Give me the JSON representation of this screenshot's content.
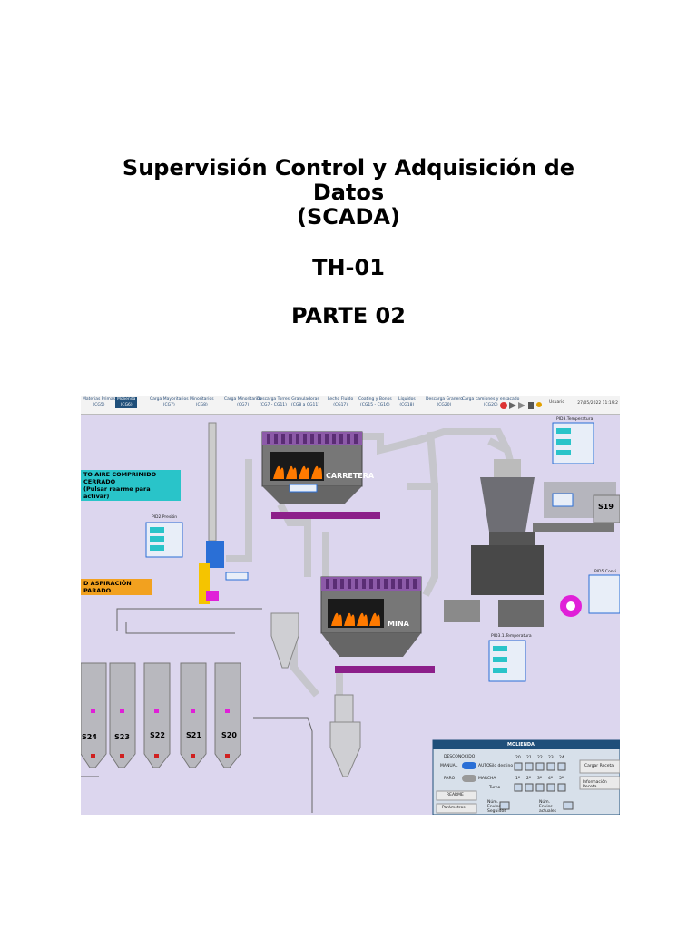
{
  "document": {
    "title_lines": [
      "Supervisión Control y Adquisición de",
      "Datos",
      "(SCADA)"
    ],
    "code": "TH-01",
    "part": "PARTE 02"
  },
  "scada": {
    "nav_tabs": [
      {
        "label": "Materias Primas",
        "sub": "(CG5)"
      },
      {
        "label": "Molienda",
        "sub": "(CG6)",
        "active": true
      },
      {
        "label": "Carga Mayoritarios",
        "sub": "(CG7)"
      },
      {
        "label": "Minoritarios",
        "sub": "(CG8)"
      },
      {
        "label": "Carga Minoritarios",
        "sub": "(CG7)"
      },
      {
        "label": "Descarga Torres",
        "sub": "(CG7 - CG11)"
      },
      {
        "label": "Granuladoras",
        "sub": "(CG8 a CG11)"
      },
      {
        "label": "Lecho Fluido",
        "sub": "(CG17)"
      },
      {
        "label": "Coating y Bonos",
        "sub": "(CG15 - CG16)"
      },
      {
        "label": "Líquidos",
        "sub": "(CG18)"
      },
      {
        "label": "Descarga Granero",
        "sub": "(CG20)"
      },
      {
        "label": "Carga camiones y ensacado",
        "sub": "(CG20)"
      }
    ],
    "user_label": "Usuario",
    "datetime": "27/05/2022 11:19:2",
    "alarm_air": [
      "TO AIRE COMPRIMIDO CERRADO",
      "(Pulsar rearme para activar)"
    ],
    "alarm_suction": "D ASPIRACIÓN PARADO",
    "kiln_top_name": "CARRETERA",
    "kiln_bottom_name": "MINA",
    "silos": [
      "S24",
      "S23",
      "S22",
      "S21",
      "S20"
    ],
    "silo_right": "S19",
    "pid_pressure": "PID2.Presión",
    "pid_temp": "PID3.Temperatura",
    "pid_temp2": "PID3.1.Temperatura",
    "pid_consig": "PID5.Consi",
    "panel": {
      "title": "MOLIENDA",
      "desconocido": "DESCONOCIDO",
      "manual": "MANUAL",
      "auto": "AUTO",
      "paro": "PARO",
      "marcha": "MARCHA",
      "rearme": "REARME",
      "parametros": "Parámetros",
      "silo_destino": "Silo destino",
      "turno": "Turno",
      "num_envios_seguidos": "Núm. Envios Seguidos",
      "num_envios_actuales": "Núm. Envios actuales",
      "cargar_receta": "Cargar Receta",
      "informacion_receta": "Información Receta",
      "silo_numbers": [
        "20",
        "21",
        "22",
        "23",
        "24"
      ],
      "turn_numbers": [
        "1º",
        "2º",
        "3º",
        "4º",
        "5º"
      ]
    },
    "colors": {
      "background": "#dcd6ee",
      "pipe": "#c9c9cf",
      "alarm_cyan": "#29c4c9",
      "alarm_orange": "#f2a11f",
      "kiln_body": "#707070",
      "fire": "#ff7a00",
      "magenta": "#e020d8"
    }
  }
}
